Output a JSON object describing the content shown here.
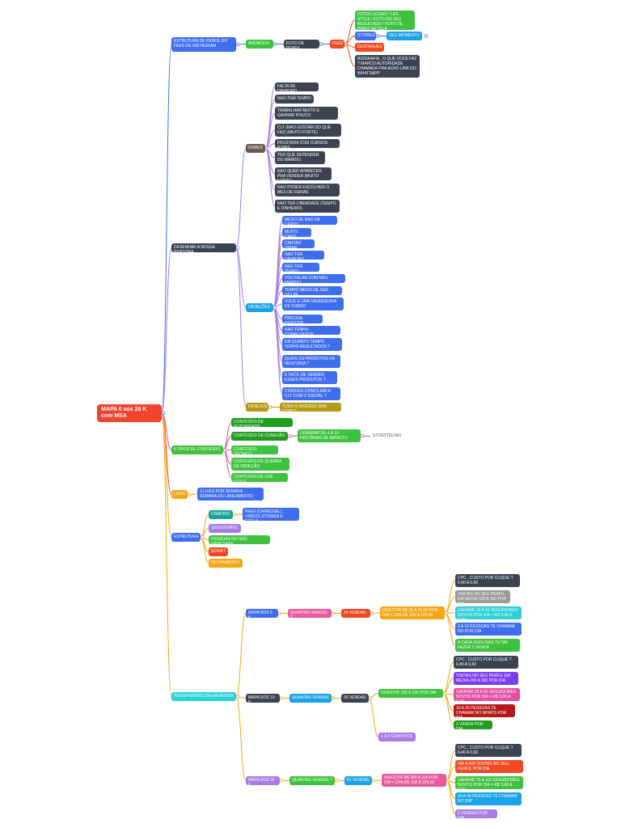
{
  "colors": {
    "green": "#3ec23e",
    "blue": "#3f6df0",
    "dark": "#3b4252",
    "red": "#f04a24",
    "brown": "#6b5a52",
    "mustard": "#b59a16",
    "darkgreen": "#1f9d1f",
    "cyan": "#1aa3e8",
    "teal": "#1aa59a",
    "purple": "#a77ce8",
    "orange": "#f7a614",
    "center": "#f0442c",
    "turquoise": "#2ad1d6",
    "violet": "#7a3df0",
    "magenta": "#e44fa0",
    "darkred": "#b51a1a",
    "gray": "#9a9a9a",
    "pink": "#e85a9e"
  },
  "nodes": {
    "center": "MAPA 0 aos 20 K com MSA",
    "estrutura_perfil": "ESTRUTURA DE PERFIL DO FEED DE INSTAGRAM",
    "anuncios": "ANÚNCIOS",
    "foto_perfil": "FOTO DE PERFIL",
    "feed": "FEED",
    "fotos_legais": "FOTOS LEGAIS / LIFE STYLE / FOTO DO SEU RESULTADO / FOTO DE PRINT NA TELA",
    "stories": "STORIES",
    "seu_momento": "SEU MOMENTO",
    "destaques": "DESTAQUES",
    "biografia": "BIOGRAFIA , O QUE VOCE FAZ ? MARCO AUTORIDADE CHAMADA PRA ACAO LINK DO WHATSAPP",
    "desenhar_persona": "DESENHAR A NOSSA PERSONA",
    "dores": "DORES",
    "d1": "FALTA DE DINHEIRO",
    "d2": "NAO TEM TEMPO",
    "d3": "TRABALHAR MUITO E GANHAR POUCO",
    "d4": "CLT (NAO GOSTAR DO QUE FAZ) (MUITO FORTE)",
    "d5": "FRUSTADA COM CURSOS RUINS",
    "d6": "TER QUE DEPENDER DO MARIDO",
    "d7": "NAO QUER APARECER PRA VENDER (MUITO FORTE)",
    "d8": "NAO PODER ESCOLHER O MES DE FERIAS",
    "d9": "NAO TER LIBERDADE (TEMPO E DINHEIRO)",
    "objecoes": "OBJEÇÕES",
    "o1": "MEDO DE NAO DA CERTO",
    "o2": "MUITO CARO",
    "o3": "CARTAO VIRAR",
    "o4": "NAO TER DINHEIRO",
    "o5": "NAO TER TEMPO",
    "o6": "VOU FALAR COM MEU MARIDO",
    "o7": "TENHO MEDO DE SER GOLPE",
    "o8": "VOCE E UMA VENDEDORA DE CURSO",
    "o9": "PRECISA INVESTIR",
    "o10": "NAO TENHO COMPUTADOR",
    "o11": "EM QUANTO TEMPO TENHO RESULTADOS ?",
    "o12": "QUAIS OS PRODUTOS DA MENTORIA ?",
    "o13": "É FACIL DE VENDER ESSES PRODUTOS ?",
    "o14": "CONSIGO CONCILIAR A CLT COM O DIGITAL ?",
    "desejos": "DESEJOS",
    "desejo1": "TUDO O INVERSO DAS DORES",
    "tipos_conteudo": "5 TIPOS DE CONTEÚDO",
    "c1": "CONTEÚDO DE AUTORIDADE",
    "c2": "CONTEÚDO DE CONEXÃO",
    "lembrar": "LEMBRAR DE 4 A 10 HISTÓRIAS DE IMPACTO",
    "storytelling": "STORYTELING",
    "c3": "CONTEÚDO TÉCNICO",
    "c4": "CONTEÚDO DE QUEBRA DE OBJEÇÃO",
    "c5": "CONTEÚDO DE LIFE STYLE",
    "lives": "LIVES",
    "lives_desc": "3 LIVES POR SEMANA - SEMANA DO LANÇAMENTO",
    "estrutura": "ESTRUTURA",
    "criativo": "CRIATIVO",
    "criativo_desc": "FEED (CARROSEL) , VIDEOS STORIES E REELS",
    "seguidores": "SEGUIDORES",
    "pessoas_whats": "PESSOAS NO SEU WHATSAPP",
    "script": "SCRIPT",
    "fechamento": "FECHAMENTO",
    "investimento": "INVESTIMENTO EM ANÚNCIOS",
    "mapa5": "MAPA DOS 5 K",
    "qv1": "QUANTAS VENDAS ?",
    "v14": "14 VENDAS",
    "inv1": "INVESTIR R$ 35 A 75,00 POR DIA = CPA DE 100 A 120,00",
    "m5a": "CPC , CUSTO POR CLIQUE ? 0,40 A 0,60",
    "m5b": "VISITAS NO SEU PERFIL EM MEDIA 100 A 150 POR DIA",
    "m5c": "GANHAR 10 A 15 SEGUIDORES NOVOS POR DIA = R$ 3,00 A 6,00",
    "m5d": "3 A 10 PESSOAS TE CHAMAM NO POR DIA",
    "m5e": "A CADA DOIS DIAS TU VAI FAZER 1 VENDA",
    "mapa10": "MAPA DOS 10 K",
    "qv2": "QUANTAS VENDAS",
    "v30": "30 VENDAS",
    "inv2": "INVESTIR 100 A 150 POR DIA",
    "m10a": "CPC , CUSTO POR CLIQUE ? 0,40 A 0,60",
    "m10b": "VISITAS NO SEU PERFIL EM MEDIA 200 A 300 POR DIA",
    "m10c": "GANHAR 25 A 50 SEGUIDORES NOVOS POR DIA = R$ 3,00 A 6,00",
    "m10d": "15 A 20 PESSOAS TE CHAMAM NO WHATS POR DIA",
    "m10e": "1 VENDA POR DIA",
    "criativos": "1 A 3 CRIATIVOS",
    "mapa20": "MAPA DOS 20 K",
    "qv3": "QUANTAS VENDAS ?",
    "v61": "61 VENDAS",
    "inv3": "INVESTIR R$ 200 A 230 POR DIA = CPA DE 100 A 150,00",
    "m20a": "CPC , CUSTO POR CLIQUE ? 0,40 A 0,60",
    "m20b": "400 A 600 VISITAS NO SEU PERFIL POR DIA",
    "m20c": "GANHAR 70 A 110 SEGUIDORES NOVOS POR DIA = R$ 3,00 A 7,00",
    "m20d": "25 A 40 PESSOAS TE CHAMAM NO ZAP",
    "m20e": "2 VENDAS POR DIA"
  }
}
